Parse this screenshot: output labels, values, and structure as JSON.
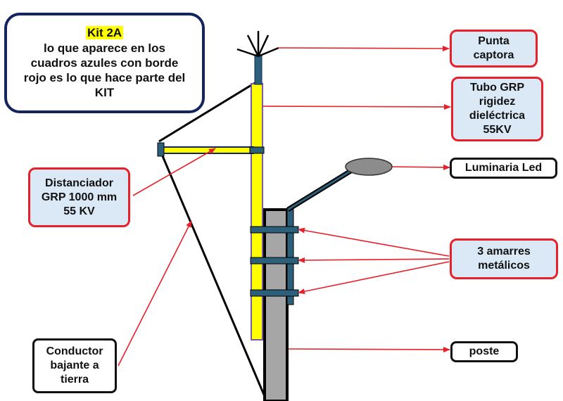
{
  "kit_note": {
    "title": "Kit 2A",
    "text": "lo que aparece en los\ncuadros azules con borde\nrojo es lo que hace parte del\nKIT"
  },
  "labels": {
    "punta_captora": "Punta\ncaptora",
    "tubo_grp": "Tubo GRP\nrigidez\ndieléctrica\n55KV",
    "luminaria": "Luminaria Led",
    "distanciador": "Distanciador\nGRP 1000 mm\n55 KV",
    "amarres": "3 amarres\nmetálicos",
    "poste": "poste",
    "conductor": "Conductor\nbajante a\ntierra"
  },
  "colors": {
    "kit_item_border": "#e8202a",
    "kit_item_fill": "#dbe8f5",
    "arrow": "#e8202a",
    "tube": "#ffff00",
    "pole": "#a6a6a6",
    "clamp": "#2c5f7a",
    "highlight": "#ffff00"
  }
}
